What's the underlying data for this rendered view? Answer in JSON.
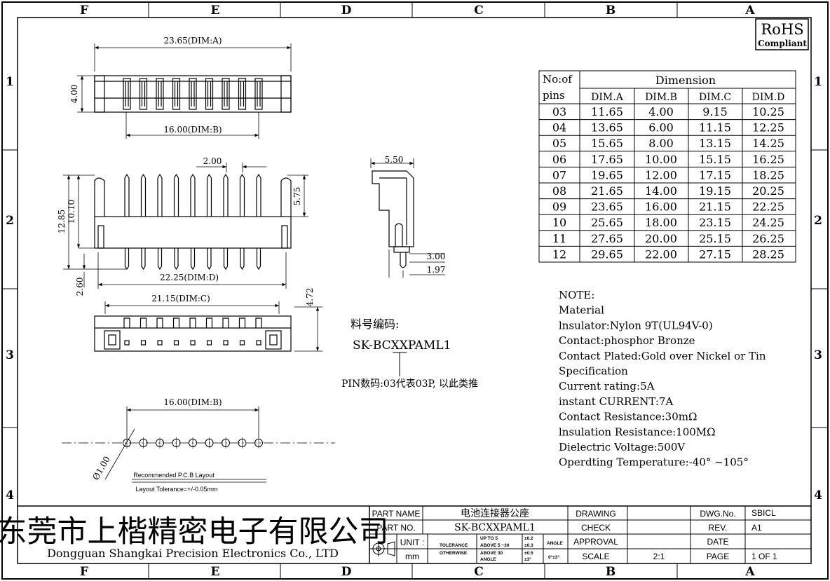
{
  "frame": {
    "columns_top": [
      "F",
      "E",
      "D",
      "C",
      "B",
      "A"
    ],
    "columns_bottom": [
      "F",
      "E",
      "D",
      "C",
      "B",
      "A"
    ],
    "rows_left": [
      "1",
      "2",
      "3",
      "4"
    ],
    "rows_right": [
      "1",
      "2",
      "3",
      "4"
    ]
  },
  "rohs": {
    "main": "RoHS",
    "sub": "Compliant"
  },
  "top_view": {
    "dim_a": "23.65(DIM:A)",
    "dim_b": "16.00(DIM:B)",
    "height": "4.00"
  },
  "front_view": {
    "pitch": "2.00",
    "h_total": "12.85",
    "h_body": "10.10",
    "h_top": "5.75",
    "h_pin": "2.60",
    "dim_d": "22.25(DIM:D)"
  },
  "side_view": {
    "width": "5.50",
    "d1": "3.00",
    "d2": "1.97"
  },
  "bottom_view": {
    "dim_c": "21.15(DIM:C)",
    "height": "4.72"
  },
  "part_code": {
    "label": "料号编码:",
    "code": "SK-BCXXPAML1",
    "pin_note": "PIN数码:03代表03P, 以此类推"
  },
  "pcb": {
    "dim_b": "16.00(DIM:B)",
    "hole": "Ø1.00",
    "caption": "Recommended P.C.B Layout",
    "tolerance": "Layout Tolerance=+/-0.05mm"
  },
  "dim_table": {
    "header_pins": [
      "No:of",
      "pins"
    ],
    "header_group": "Dimension",
    "columns": [
      "DIM.A",
      "DIM.B",
      "DIM.C",
      "DIM.D"
    ],
    "rows": [
      [
        "03",
        "11.65",
        "4.00",
        "9.15",
        "10.25"
      ],
      [
        "04",
        "13.65",
        "6.00",
        "11.15",
        "12.25"
      ],
      [
        "05",
        "15.65",
        "8.00",
        "13.15",
        "14.25"
      ],
      [
        "06",
        "17.65",
        "10.00",
        "15.15",
        "16.25"
      ],
      [
        "07",
        "19.65",
        "12.00",
        "17.15",
        "18.25"
      ],
      [
        "08",
        "21.65",
        "14.00",
        "19.15",
        "20.25"
      ],
      [
        "09",
        "23.65",
        "16.00",
        "21.15",
        "22.25"
      ],
      [
        "10",
        "25.65",
        "18.00",
        "23.15",
        "24.25"
      ],
      [
        "11",
        "27.65",
        "20.00",
        "25.15",
        "26.25"
      ],
      [
        "12",
        "29.65",
        "22.00",
        "27.15",
        "28.25"
      ]
    ]
  },
  "notes": [
    "NOTE:",
    "Material",
    "lnsulator:Nylon 9T(UL94V-0)",
    "Contact:phosphor Bronze",
    "Contact Plated:Gold over Nickel or Tin",
    "Specification",
    "Current rating:5A",
    "instant CURRENT:7A",
    "Contact Resistance:30mΩ",
    "lnsulation Resistance:100MΩ",
    "Dielectric Voltage:500V",
    "Operdting Temperature:-40° ~105°"
  ],
  "title_block": {
    "company_cn": "东莞市上楷精密电子有限公司",
    "company_en": "Dongguan Shangkai Precision Electronics Co., LTD",
    "part_name_label": "PART NAME",
    "part_name": "电池连接器公座",
    "part_no_label": "PART NO.",
    "part_no": "SK-BCXXPAML1",
    "unit_label": "UNIT :",
    "unit": "mm",
    "tolerance": "TOLERANCE",
    "otherwise": "OTHERWISE",
    "tol_lines": [
      "UP TO 5",
      "ABOVE 5 ~30",
      "ABOVE 30",
      "ANGLE"
    ],
    "tol_values": [
      "±0.2",
      "±0.3",
      "±0.5",
      "±3°"
    ],
    "angle_label": "ANGLE",
    "angle_value": "0°±3°",
    "drawing": "DRAWING",
    "check": "CHECK",
    "approval": "APPROVAL",
    "scale": "SCALE",
    "scale_value": "2:1",
    "dwg_no_label": "DWG.No.",
    "dwg_no": "SBICL",
    "rev_label": "REV.",
    "rev": "A1",
    "date_label": "DATE",
    "page_label": "PAGE",
    "page": "1 OF 1"
  }
}
